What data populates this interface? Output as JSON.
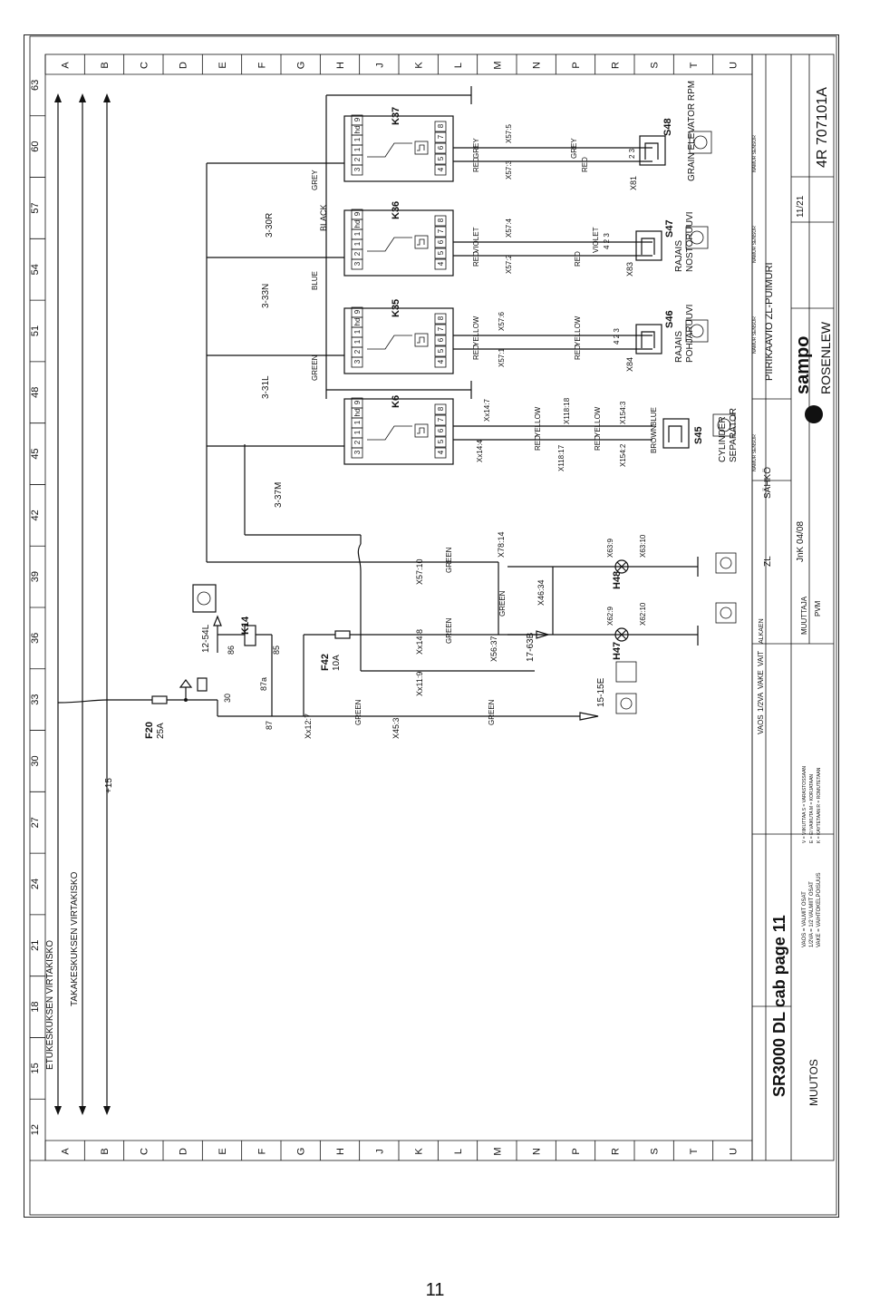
{
  "page": {
    "number": "11",
    "title": "SR3000 DL cab page 11",
    "sheet_title": "PIIRIKAAVIO ZL-PUIMURI",
    "drawing_number": "4R 707101A",
    "size_ref": "11/21",
    "brand_sampo": "sampo",
    "brand_rosenlew": "ROSENLEW",
    "system": "SÄHKÖ",
    "zl": "ZL",
    "drawn_by": "JnK 04/08",
    "muutos": "MUUTOS",
    "muuttaja": "MUUTTAJA",
    "pvm": "PVM"
  },
  "grid": {
    "rows": [
      "A",
      "B",
      "C",
      "D",
      "E",
      "F",
      "G",
      "H",
      "J",
      "K",
      "L",
      "M",
      "N",
      "P",
      "R",
      "S",
      "T",
      "U"
    ],
    "cols": [
      "12",
      "15",
      "18",
      "21",
      "24",
      "27",
      "30",
      "33",
      "36",
      "39",
      "42",
      "45",
      "48",
      "51",
      "54",
      "57",
      "60",
      "63"
    ]
  },
  "buses": {
    "front": "ETUKESKUKSEN VIRTAKISKO",
    "rear": "TAKAKESKUKSEN VIRTAKISKO",
    "plus15": "+15"
  },
  "fuses": [
    {
      "id": "F20",
      "rating": "25A"
    },
    {
      "id": "F42",
      "rating": "10A"
    }
  ],
  "relay_k14": {
    "id": "K14",
    "pins": [
      "86",
      "85",
      "30",
      "87a",
      "87"
    ],
    "feed": "12-54L"
  },
  "relays": [
    {
      "id": "K6",
      "ref": "3-37M",
      "pins": [
        "3",
        "2",
        "1",
        "1",
        "hd",
        "9",
        "4",
        "5",
        "6",
        "7",
        "8"
      ]
    },
    {
      "id": "K35",
      "ref": "3-31L",
      "pins": [
        "3",
        "2",
        "1",
        "1",
        "hd",
        "9",
        "4",
        "5",
        "6",
        "7",
        "8"
      ]
    },
    {
      "id": "K36",
      "ref": "3-33N",
      "pins": [
        "3",
        "2",
        "1",
        "1",
        "hd",
        "9",
        "4",
        "5",
        "6",
        "7",
        "8"
      ]
    },
    {
      "id": "K37",
      "ref": "3-30R",
      "pins": [
        "3",
        "2",
        "1",
        "1",
        "hd",
        "9",
        "4",
        "5",
        "6",
        "7",
        "8"
      ]
    }
  ],
  "wire_colors": {
    "green": "GREEN",
    "blue": "BLUE",
    "grey": "GREY",
    "black": "BLACK",
    "red": "RED",
    "yellow": "YELLOW",
    "violet": "VIOLET",
    "brown": "BROWN"
  },
  "connectors": {
    "x45_3": "X45:3",
    "xx12_7": "Xx12:7",
    "xx11_9": "Xx11:9",
    "xx14_8": "Xx14:8",
    "x56_37": "X56:37",
    "x46_34": "X46:34",
    "x57_10": "X57:10",
    "x78_14": "X78:14",
    "xx14_4": "Xx14:4",
    "xx14_7": "Xx14:7",
    "x118_17": "X118:17",
    "x118_18": "X118:18",
    "x154_2": "X154:2",
    "x154_3": "X154:3",
    "x57_1": "X57:1",
    "x57_6": "X57:6",
    "x57_2": "X57:2",
    "x57_4": "X57:4",
    "x57_3": "X57:3",
    "x57_5": "X57:5",
    "x84": "X84",
    "x83": "X83",
    "x81": "X81",
    "ref_17_63b": "17-63B",
    "ref_15_15e": "15-15E"
  },
  "lamps": [
    {
      "id": "H47",
      "a": "X62:9",
      "b": "X62:10"
    },
    {
      "id": "H48",
      "a": "X63:9",
      "b": "X63:10"
    }
  ],
  "sensors": [
    {
      "id": "S45",
      "name_1": "CYLINDER",
      "name_2": "SEPARATOR",
      "a": "BLUE",
      "b": "BROWN"
    },
    {
      "id": "S46",
      "name_1": "RAJAIS",
      "name_2": "POHJARUUVI",
      "pins": "4 2 3"
    },
    {
      "id": "S47",
      "name_1": "RAJAIS",
      "name_2": "NOSTORUUVI",
      "pins": "4 2 3"
    },
    {
      "id": "S48",
      "name_1": "GRAIN ELEVATOR RPM",
      "name_2": "",
      "pins": "2 3"
    }
  ],
  "title_block": {
    "labels": [
      "VAOS",
      "1/2VA",
      "VAKE",
      "VAIT",
      "ALKAEN"
    ],
    "legend_1": "VAOS = VALMIT OSAT",
    "legend_2": "1/2VA = 1/2 VALMIIT OSAT",
    "legend_3": "VAKE = VAIHTOKELPOISUUS",
    "legend_4": "V = VIIKUTTAA  S = VARASTOSSAAN",
    "legend_5": "E = EI VAIKUTA  M = KORJATAAN",
    "legend_6": "K = KAYTETAAN  R = ROMUTETAAN",
    "namur": "NAMUR SENSOR"
  }
}
